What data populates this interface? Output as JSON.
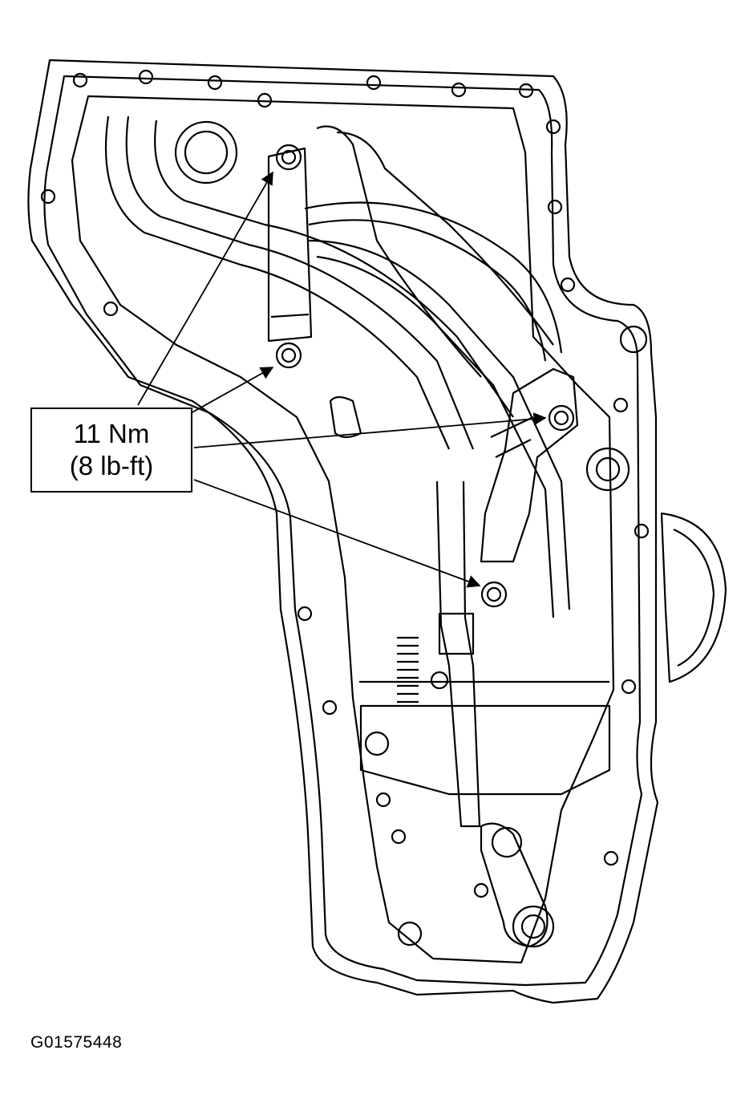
{
  "callout": {
    "torque_metric": "11 Nm",
    "torque_imperial": "(8 lb-ft)"
  },
  "figure_id": "G01575448"
}
